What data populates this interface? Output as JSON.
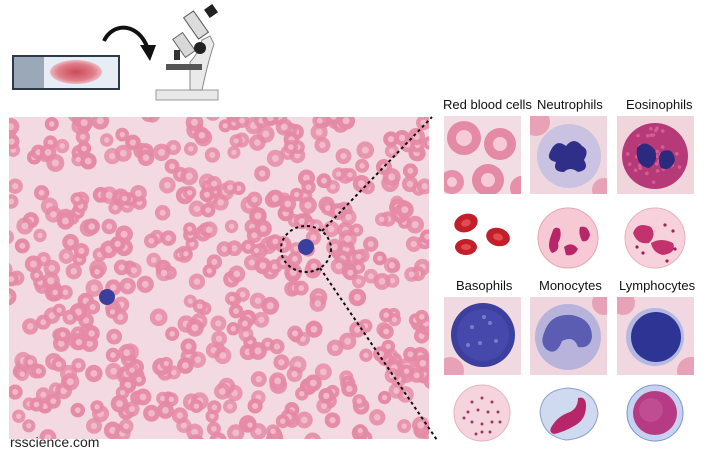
{
  "title_strip": {
    "slide_icon": "glass-slide-with-blood-smear",
    "arrow_icon": "curved-arrow",
    "microscope_icon": "microscope"
  },
  "cell_types": [
    {
      "label": "Red blood cells"
    },
    {
      "label": "Neutrophils"
    },
    {
      "label": "Eosinophils"
    },
    {
      "label": "Basophils"
    },
    {
      "label": "Monocytes"
    },
    {
      "label": "Lymphocytes"
    }
  ],
  "credit": "rsscience.com",
  "colors": {
    "rbc_fill": "#e58aa5",
    "rbc_center": "#f4c4d2",
    "background_smear": "#f3d9e2",
    "wbc_nucleus": "#3a3f9c",
    "eosinophil_granule": "#c0327a",
    "illustration_nucleus": "#c2336e"
  }
}
